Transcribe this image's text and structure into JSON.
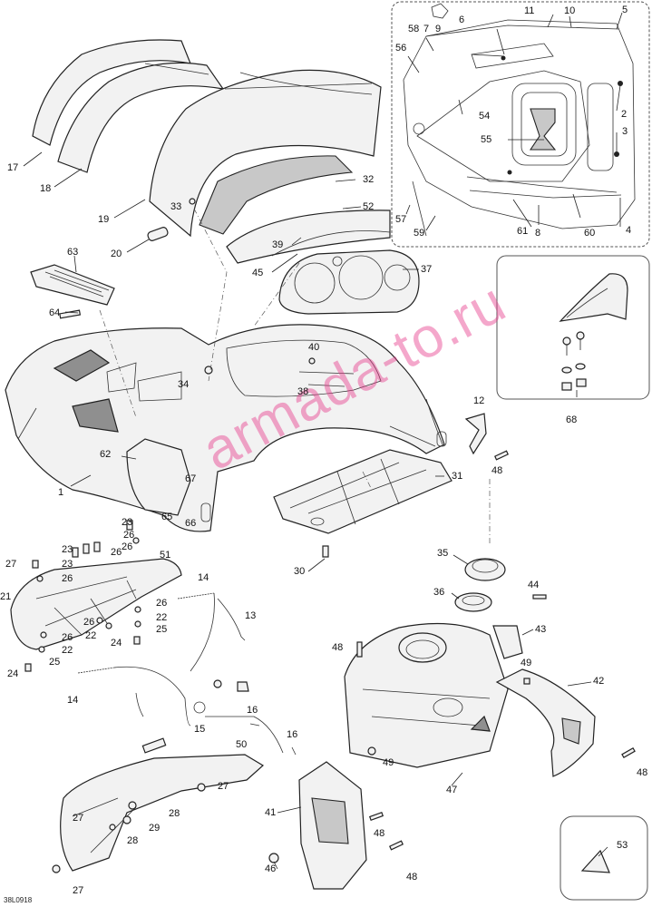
{
  "drawing_code": "38L0918",
  "watermark": "armada-to.ru",
  "colors": {
    "line": "#222222",
    "fill": "#f2f2f2",
    "accent_watermark": "#e63c8c"
  },
  "callouts": {
    "c1": "1",
    "c2": "2",
    "c3": "3",
    "c4": "4",
    "c5": "5",
    "c6": "6",
    "c7": "7",
    "c8": "8",
    "c9": "9",
    "c10": "10",
    "c11": "11",
    "c12": "12",
    "c13": "13",
    "c14a": "14",
    "c14b": "14",
    "c15": "15",
    "c16a": "16",
    "c16b": "16",
    "c17": "17",
    "c18": "18",
    "c19": "19",
    "c20": "20",
    "c21": "21",
    "c22a": "22",
    "c22b": "22",
    "c22c": "22",
    "c23a": "23",
    "c23b": "23",
    "c23c": "23",
    "c24a": "24",
    "c24b": "24",
    "c25a": "25",
    "c25b": "25",
    "c26a": "26",
    "c26b": "26",
    "c26c": "26",
    "c26d": "26",
    "c26e": "26",
    "c26f": "26",
    "c26g": "26",
    "c27a": "27",
    "c27b": "27",
    "c27c": "27",
    "c27d": "27",
    "c28a": "28",
    "c28b": "28",
    "c29": "29",
    "c30": "30",
    "c31": "31",
    "c32": "32",
    "c33": "33",
    "c34": "34",
    "c35": "35",
    "c36": "36",
    "c37": "37",
    "c38": "38",
    "c39": "39",
    "c40": "40",
    "c41": "41",
    "c42": "42",
    "c43": "43",
    "c44": "44",
    "c45": "45",
    "c46": "46",
    "c47": "47",
    "c48a": "48",
    "c48b": "48",
    "c48c": "48",
    "c48d": "48",
    "c48e": "48",
    "c49a": "49",
    "c49b": "49",
    "c50": "50",
    "c51": "51",
    "c52": "52",
    "c53": "53",
    "c54": "54",
    "c55": "55",
    "c56": "56",
    "c57": "57",
    "c58": "58",
    "c59": "59",
    "c60": "60",
    "c61": "61",
    "c62": "62",
    "c63": "63",
    "c64": "64",
    "c65": "65",
    "c66": "66",
    "c67": "67",
    "c68": "68"
  }
}
